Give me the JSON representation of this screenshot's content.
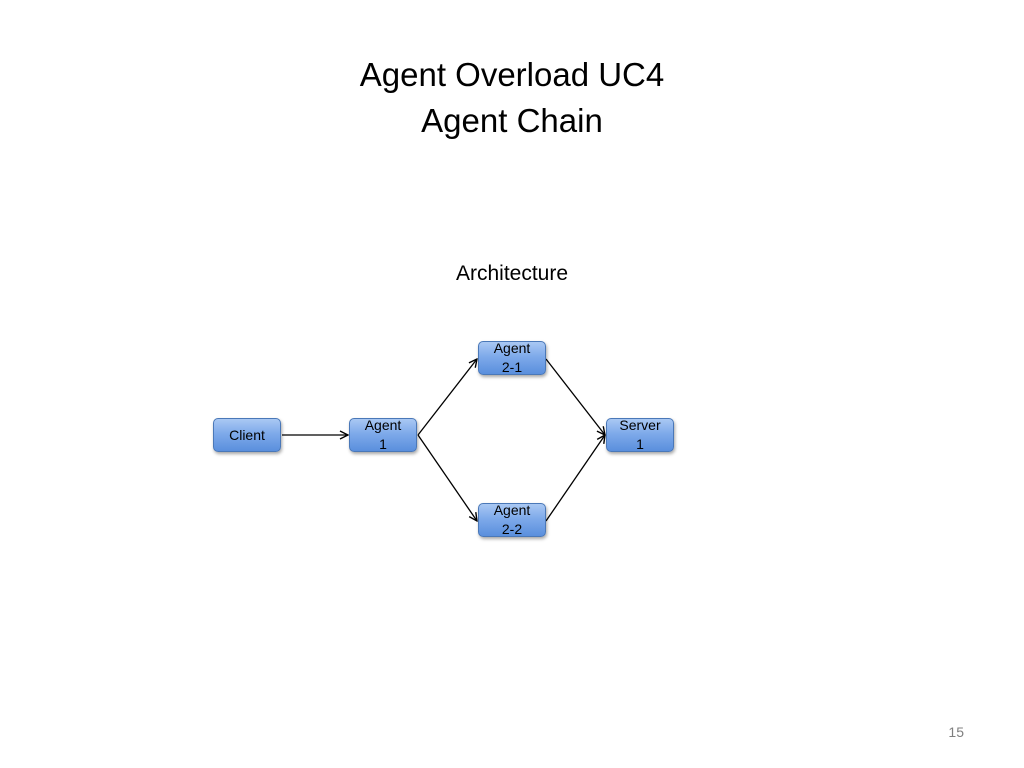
{
  "slide": {
    "title_line1": "Agent Overload UC4",
    "title_line2": "Agent Chain",
    "section_label": "Architecture",
    "page_number": "15"
  },
  "diagram": {
    "nodes": {
      "client": "Client",
      "agent1": "Agent\n1",
      "agent2_1": "Agent\n2-1",
      "agent2_2": "Agent\n2-2",
      "server1": "Server\n1"
    },
    "edges": [
      {
        "from": "Client",
        "to": "Agent 1"
      },
      {
        "from": "Agent 1",
        "to": "Agent 2-1"
      },
      {
        "from": "Agent 1",
        "to": "Agent 2-2"
      },
      {
        "from": "Agent 2-1",
        "to": "Server 1"
      },
      {
        "from": "Agent 2-2",
        "to": "Server 1"
      }
    ],
    "node_color": "#6f9fe6",
    "edge_color": "#000000"
  }
}
